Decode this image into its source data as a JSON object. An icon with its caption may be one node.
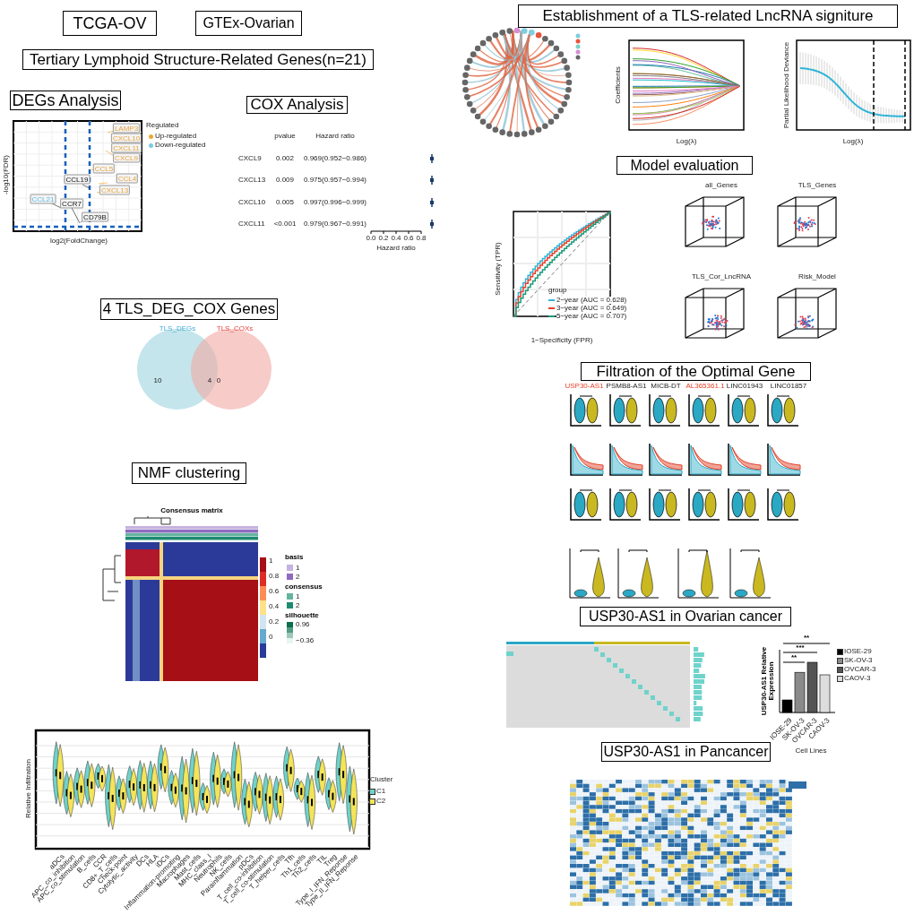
{
  "diagram": {
    "nodes": [
      {
        "text": [
          "TCGA-OV"
        ]
      },
      {
        "text": [
          "GTEx-Ovarian"
        ]
      },
      {
        "text": [
          "Tertiary Lymphoid Structure-Related Genes(n=21)"
        ]
      },
      {
        "text": [
          "DEGs Analysis"
        ]
      },
      {
        "text": [
          "COX Analysis"
        ]
      },
      {
        "text": [
          "4 TLS_DEG_COX Genes"
        ]
      },
      {
        "text": [
          "NMF clustering"
        ]
      },
      {
        "text": [
          "Establishment of  a TLS-related LncRNA signiture"
        ]
      },
      {
        "text": [
          "Model evaluation"
        ]
      },
      {
        "text": [
          "Filtration of the Optimal Gene"
        ]
      },
      {
        "text": [
          "USP30-AS1 in Ovarian cancer"
        ]
      },
      {
        "text": [
          "USP30-AS1 in Pancancer"
        ]
      }
    ],
    "labels": [
      "Regulated",
      "log2(FoldChange)",
      "-log10(FDR)",
      "LAMP3",
      "CXCL10",
      "CXCL11",
      "CXCL9",
      "CCL5",
      "CCL4",
      "CXCL13",
      "CCL19",
      "CCR7",
      "CCL21",
      "CD79B",
      "pvalue",
      "Hazard ratio",
      "CXCL9",
      "0.002",
      "0.969(0.952−0.986)",
      "CXCL13",
      "0.009",
      "0.975(0.957−0.994)",
      "CXCL10",
      "0.005",
      "0.997(0.996−0.999)",
      "CXCL11",
      "<0.001",
      "0.979(0.967−0.991)",
      "0.0",
      "0.2",
      "0.4",
      "0.6",
      "0.8",
      "Hazard ratio",
      "TLS_DEGs",
      "TLS_COXs",
      "10",
      "4",
      "0",
      "Consensus matrix",
      "1",
      "0.8",
      "0.6",
      "0.4",
      "0.2",
      "0",
      "basis",
      "1",
      "2",
      "consensus",
      "1",
      "2",
      "silhouette",
      "0.96",
      "−0.36",
      "Relative Infiltration",
      "Cluster",
      "aDCs",
      "APC_co_inhibition",
      "APC_co_stimulation",
      "B_cells",
      "CCR",
      "CD8+_T_cells",
      "Check-point",
      "Cytolytic_activity",
      "DCs",
      "HLA",
      "iDCs",
      "Inflammation-promoting",
      "Macrophages",
      "Mast_cells",
      "MHC_class_I",
      "Neutrophils",
      "NK_cells",
      "Parainflammation",
      "pDCs",
      "T_cell_co-inhibition",
      "T_cell_co-stimulation",
      "T_helper_cells",
      "Tfh",
      "Th1_cells",
      "Th2_cells",
      "TIL",
      "Treg",
      "Type_I_IFN_Reponse",
      "Type_II_IFN_Reponse",
      "Coefficients",
      "Log(λ)",
      "Partial Likelihood Deviance",
      "Log(λ)",
      "Sensitivity (TPR)",
      "1−Specificity (FPR)",
      "group",
      "all_Genes",
      "TLS_Genes",
      "TLS_Cor_LncRNA",
      "Risk_Model",
      "USP30-AS1",
      "PSMB8-AS1",
      "MICB-DT",
      "AL365361.1",
      "LINC01943",
      "LINC01857",
      "USP30-AS1 Relative Expression",
      "Cell Lines",
      "IOSE-29",
      "SK-OV-3",
      "OVCAR-3",
      "CAOV-3",
      "**",
      "***",
      "**"
    ],
    "legend": [
      {
        "text": "Up-regulated",
        "color": "#f0a830"
      },
      {
        "text": "Down-regulated",
        "color": "#7ccbe8"
      },
      {
        "text": "2−year (AUC = 0.628)"
      },
      {
        "text": "3−year (AUC = 0.649)"
      },
      {
        "text": "5−year (AUC = 0.707)"
      },
      {
        "text": "C1",
        "color": "#6fd3cb"
      },
      {
        "text": "C2",
        "color": "#f3e45a"
      },
      {
        "text": "IOSE-29",
        "color": "#000000"
      },
      {
        "text": "SK-OV-3",
        "color": "#8a8a8a"
      },
      {
        "text": "OVCAR-3",
        "color": "#555555"
      },
      {
        "text": "CAOV-3",
        "color": "#dddddd"
      }
    ]
  }
}
